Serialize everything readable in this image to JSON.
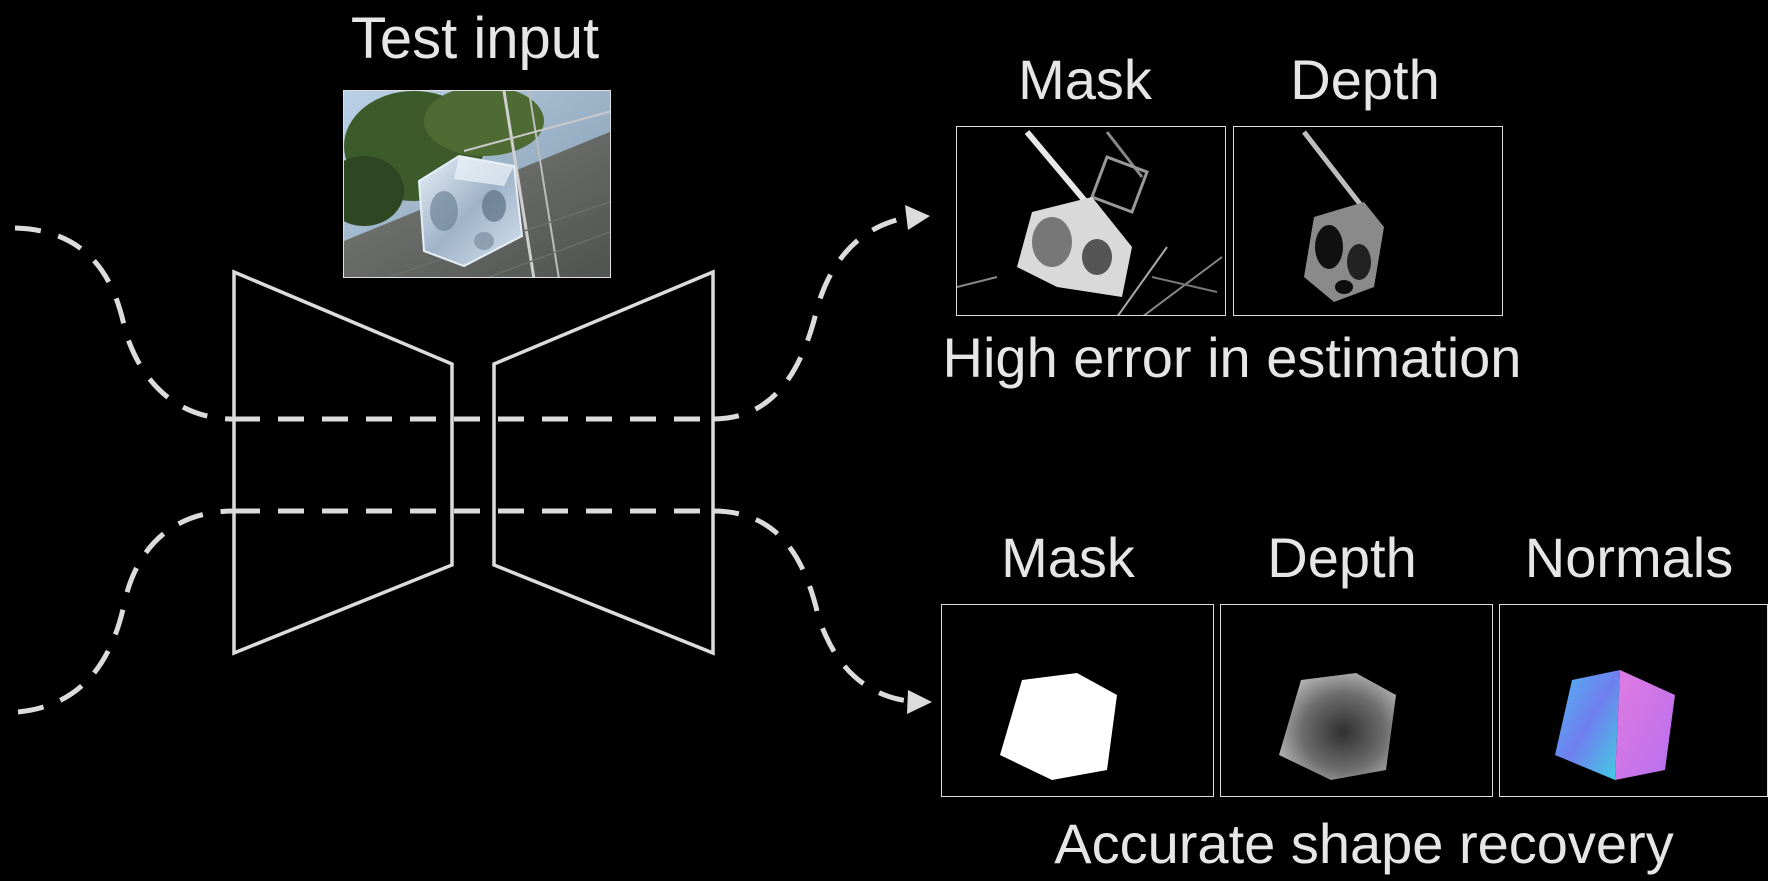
{
  "title": "Test input",
  "top_branch": {
    "labels": [
      "Mask",
      "Depth"
    ],
    "caption": "High error in estimation"
  },
  "bottom_branch": {
    "labels": [
      "Mask",
      "Depth",
      "Normals"
    ],
    "caption": "Accurate shape recovery"
  },
  "colors": {
    "background": "#000000",
    "stroke": "#dcdcdc",
    "text": "#e6e6e6"
  }
}
